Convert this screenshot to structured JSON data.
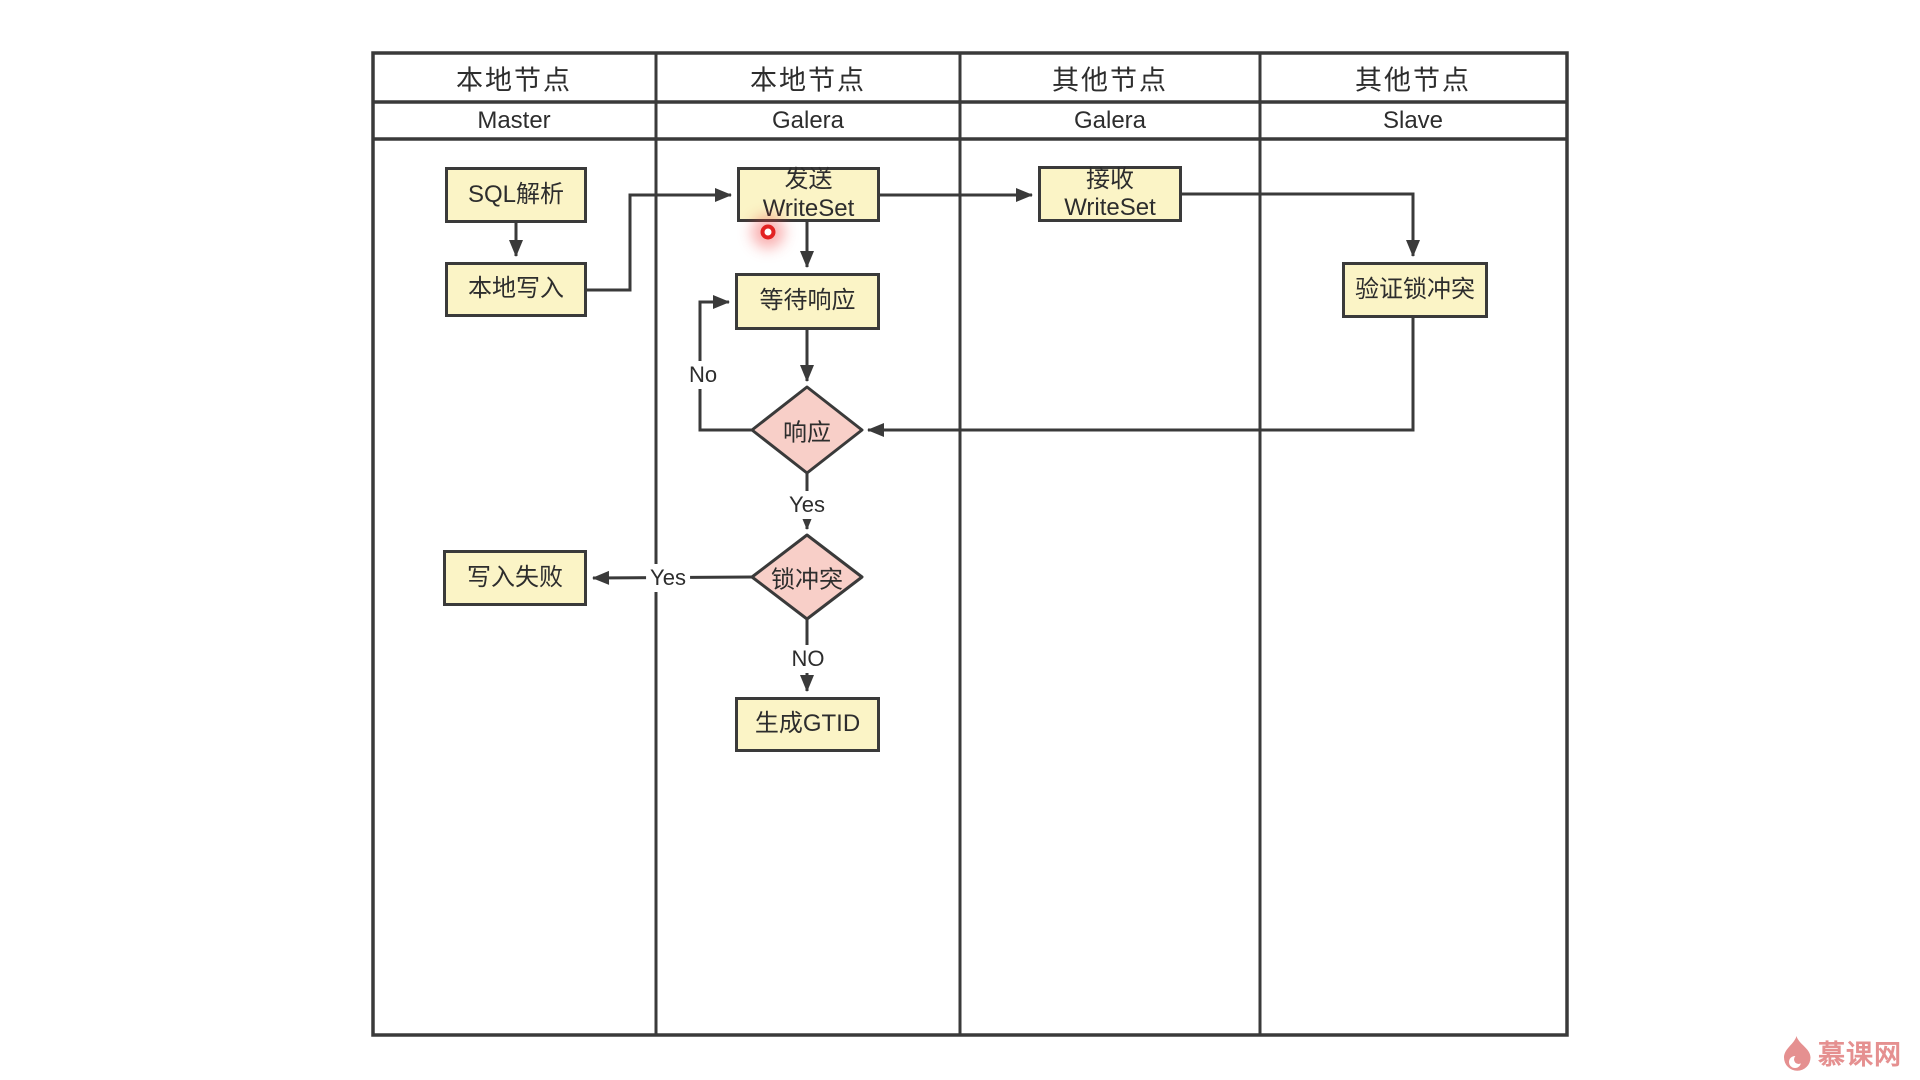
{
  "lanes": [
    {
      "title": "本地节点",
      "subtitle": "Master"
    },
    {
      "title": "本地节点",
      "subtitle": "Galera"
    },
    {
      "title": "其他节点",
      "subtitle": "Galera"
    },
    {
      "title": "其他节点",
      "subtitle": "Slave"
    }
  ],
  "nodes": {
    "sql_parse": "SQL解析",
    "local_write": "本地写入",
    "write_fail": "写入失败",
    "send_writeset": {
      "line1": "发送",
      "line2": "WriteSet"
    },
    "wait_response": "等待响应",
    "recv_writeset": {
      "line1": "接收",
      "line2": "WriteSet"
    },
    "verify_lock": "验证锁冲突",
    "gen_gtid": "生成GTID"
  },
  "decisions": {
    "respond": "响应",
    "lock_conflict": "锁冲突"
  },
  "edge_labels": {
    "no_loop": "No",
    "yes_respond": "Yes",
    "yes_fail": "Yes",
    "no_conflict": "NO"
  },
  "watermark": {
    "text": "慕课网"
  },
  "colors": {
    "process_fill": "#fbf4c6",
    "decision_fill": "#f8cfc8",
    "stroke": "#3a3a3a",
    "cursor_red": "#e22222",
    "logo_pink": "#e59090"
  }
}
